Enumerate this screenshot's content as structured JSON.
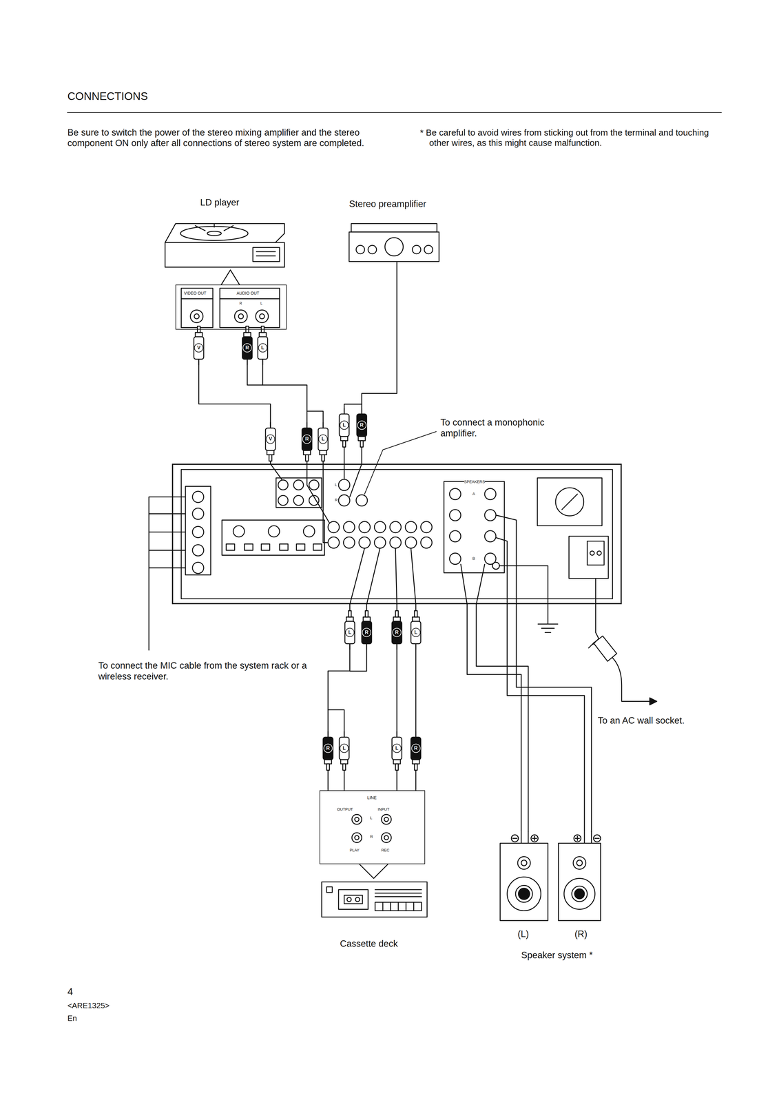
{
  "diagram": {
    "title": "CONNECTIONS",
    "nodes": [
      {
        "text": [
          "LD player"
        ]
      },
      {
        "text": [
          "VIDEO OUT",
          "AUDIO OUT",
          "R",
          "L"
        ]
      },
      {
        "text": [
          "Stereo preamplifier"
        ]
      },
      {
        "text": [
          "L",
          "R",
          "SPEAKERS",
          "A",
          "B"
        ]
      },
      {
        "text": [
          "LINE",
          "OUTPUT",
          "INPUT",
          "L",
          "R",
          "PLAY",
          "REC"
        ]
      },
      {
        "text": [
          "Cassette deck"
        ]
      },
      {
        "text": [
          "(L)"
        ]
      },
      {
        "text": [
          "(R)"
        ]
      }
    ],
    "edges": [
      {
        "from": 1,
        "to": 3,
        "arrow": "none"
      },
      {
        "from": 1,
        "to": 3,
        "arrow": "none"
      },
      {
        "from": 2,
        "to": 3,
        "arrow": "none"
      },
      {
        "from": 3,
        "to": 4,
        "arrow": "none"
      },
      {
        "from": 3,
        "to": 4,
        "arrow": "none"
      },
      {
        "from": 3,
        "to": 6,
        "arrow": "none"
      },
      {
        "from": 3,
        "to": 7,
        "arrow": "none"
      }
    ],
    "labels": [
      "Be sure to switch the power of the stereo mixing amplifier and the stereo component ON only after all connections of stereo system are completed.",
      "* Be careful to avoid wires from sticking out from the terminal and touching other wires, as this might cause malfunction.",
      "V",
      "R",
      "L",
      "V",
      "R",
      "L",
      "L",
      "R",
      "To connect a monophonic amplifier.",
      "L",
      "R",
      "R",
      "L",
      "To connect the MIC cable from the system rack or a wireless receiver.",
      "To an AC wall socket.",
      "R",
      "L",
      "L",
      "R",
      "Speaker system *",
      "4",
      "<ARE1325>",
      "En"
    ]
  }
}
